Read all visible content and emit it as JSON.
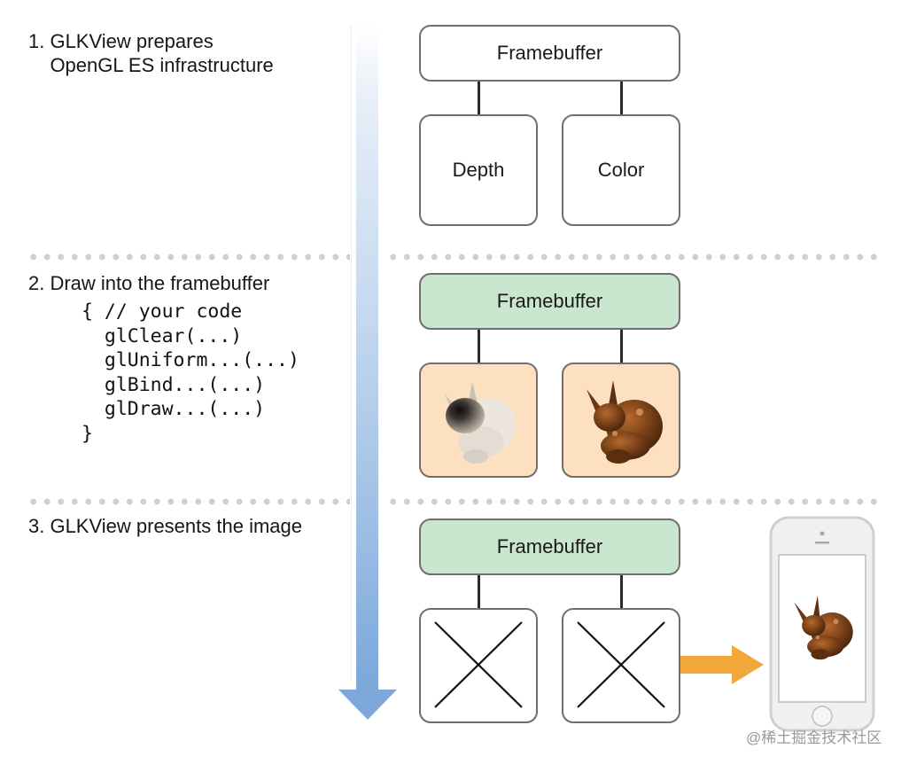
{
  "diagram": {
    "title": "GLKView drawing cycle",
    "timeline_arrow_color": "#7ba7da",
    "present_arrow_color": "#f2a73b",
    "steps": [
      {
        "label": "1. GLKView prepares\n    OpenGL ES infrastructure",
        "framebuffer": {
          "label": "Framebuffer",
          "state": "empty",
          "fill": "#ffffff"
        },
        "attachments": [
          {
            "label": "Depth",
            "content": "empty"
          },
          {
            "label": "Color",
            "content": "empty"
          }
        ]
      },
      {
        "label": "2. Draw into the framebuffer",
        "code": [
          "{ // your code",
          "  glClear(...)",
          "  glUniform...(...)",
          "  glBind...(...)",
          "  glDraw...(...)",
          "}"
        ],
        "framebuffer": {
          "label": "Framebuffer",
          "state": "active",
          "fill": "#c9e6ce"
        },
        "attachments": [
          {
            "label": "",
            "content": "depth-rendered-bunny",
            "fill": "#fde0c0"
          },
          {
            "label": "",
            "content": "color-rendered-bunny",
            "fill": "#fde0c0"
          }
        ]
      },
      {
        "label": "3. GLKView presents the image",
        "framebuffer": {
          "label": "Framebuffer",
          "state": "active",
          "fill": "#c9e6ce"
        },
        "attachments": [
          {
            "label": "",
            "content": "discarded"
          },
          {
            "label": "",
            "content": "discarded"
          }
        ],
        "display": {
          "device": "phone",
          "content": "color-rendered-bunny"
        }
      }
    ],
    "watermark": "@稀土掘金技术社区"
  }
}
